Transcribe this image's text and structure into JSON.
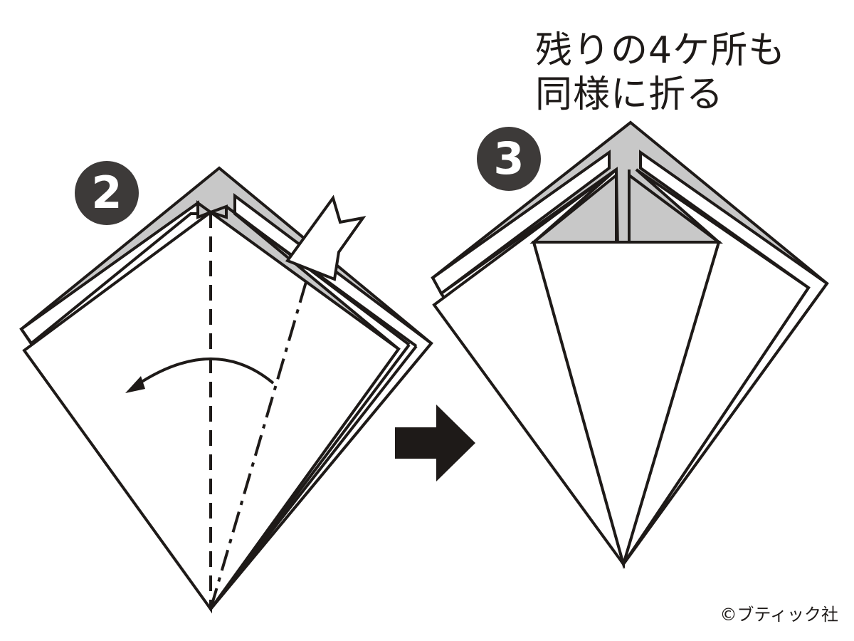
{
  "steps": [
    {
      "number": "2"
    },
    {
      "number": "3"
    }
  ],
  "instruction": {
    "line1": "残りの4ケ所も",
    "line2": "同様に折る"
  },
  "copyright": "©ブティック社",
  "colors": {
    "ink": "#1e1a18",
    "paper_back": "#c8c8c8",
    "paper_front": "#ffffff",
    "badge": "#3d3a39"
  }
}
